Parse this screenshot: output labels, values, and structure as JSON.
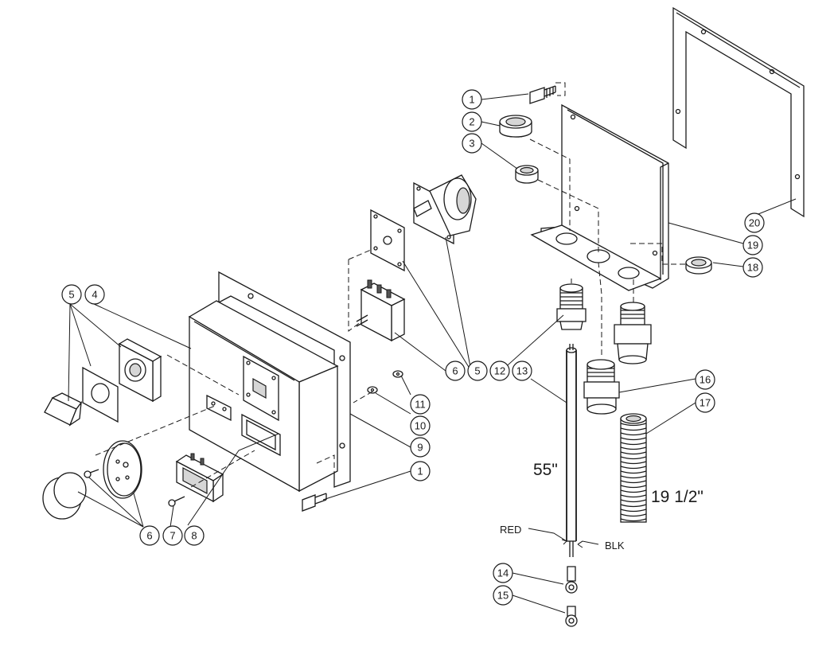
{
  "callouts": [
    "1",
    "2",
    "3",
    "5",
    "4",
    "6",
    "7",
    "8",
    "9",
    "10",
    "11",
    "1",
    "6",
    "5",
    "12",
    "13",
    "20",
    "19",
    "18",
    "16",
    "17",
    "14",
    "15"
  ],
  "labels": {
    "dim_cable": "55\"",
    "dim_conduit": "19 1/2\"",
    "wire_red": "RED",
    "wire_blk": "BLK"
  }
}
